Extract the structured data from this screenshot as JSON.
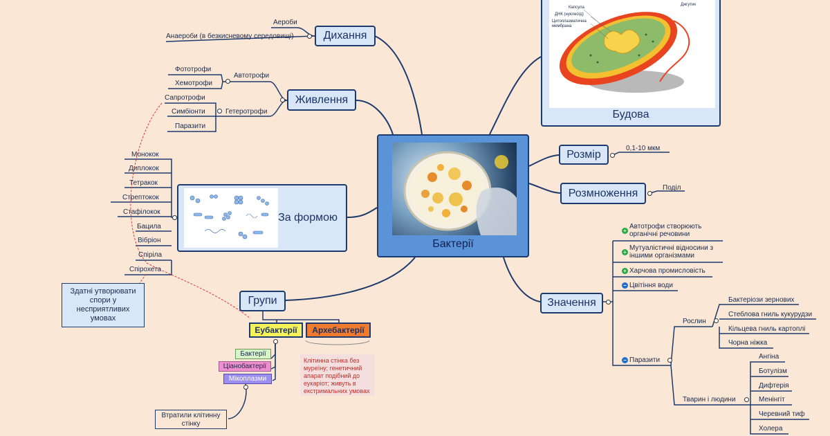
{
  "central": {
    "label": "Бактерії"
  },
  "branches": {
    "respiration": {
      "label": "Дихання",
      "children": [
        "Аероби",
        "Анаероби (в безкисневому середовищі)"
      ]
    },
    "nutrition": {
      "label": "Живлення",
      "autotrophs": {
        "label": "Автотрофи",
        "children": [
          "Фототрофи",
          "Хемотрофи"
        ]
      },
      "heterotrophs": {
        "label": "Гетеротрофи",
        "children": [
          "Сапротрофи",
          "Симбіонти",
          "Паразити"
        ]
      }
    },
    "shape": {
      "label": "За формою",
      "children": [
        "Монокок",
        "Диплокок",
        "Тетракок",
        "Стрептокок",
        "Стафілокок",
        "Бацила",
        "Вібріон",
        "Спіріла",
        "Спірохета"
      ]
    },
    "groups": {
      "label": "Групи",
      "eubacteria": {
        "label": "Еубактерії",
        "children": [
          "Бактерії",
          "Ціанобактерії",
          "Мікоплазми"
        ]
      },
      "archaebacteria": {
        "label": "Архебактерії",
        "note": [
          "Клітинна стінка без",
          "муреїну; генетичний",
          "апарат подібний до",
          "еукаріот; живуть в",
          "екстримальних умовах"
        ]
      },
      "mycoplasma_note": [
        "Втратили клітинну",
        "стінку"
      ]
    },
    "spore_note": [
      "Здатні утворювати",
      "спори у",
      "несприятливих",
      "умовах"
    ],
    "structure": {
      "label": "Будова",
      "diagram_labels": [
        "Капсула",
        "ДНК (нуклеоїд)",
        "Цитоплазматична",
        "мембрана",
        "Джгутик"
      ]
    },
    "size": {
      "label": "Розмір",
      "value": "0,1-10 мкм"
    },
    "reproduction": {
      "label": "Розмноження",
      "value": "Поділ"
    },
    "significance": {
      "label": "Значення",
      "items": [
        {
          "sign": "+",
          "lines": [
            "Автотрофи створюють",
            "органічні речовини"
          ]
        },
        {
          "sign": "+",
          "lines": [
            "Мутуалістичні відносини з",
            "іншими організмами"
          ]
        },
        {
          "sign": "+",
          "lines": [
            "Харчова промисловість"
          ]
        },
        {
          "sign": "-",
          "lines": [
            "Цвітіння води"
          ]
        }
      ],
      "parasites": {
        "sign": "-",
        "label": "Паразити",
        "plants": {
          "label": "Рослин",
          "children": [
            "Бактеріози зернових",
            "Стеблова гниль кукурудзи",
            "Кільцева гниль картоплі",
            "Чорна ніжка"
          ]
        },
        "animals": {
          "label": "Тварин і людини",
          "children": [
            "Ангіна",
            "Ботулізм",
            "Дифтерія",
            "Менінгіт",
            "Черевний тиф",
            "Холера"
          ]
        }
      }
    }
  },
  "colors": {
    "background": "#fbe7d6",
    "node_fill": "#d9e6f7",
    "central_fill": "#5b93d9",
    "line": "#1d3a6e",
    "eubacteria_fill": "#f6f25a",
    "archaebacteria_fill": "#f07a2e",
    "bacteria_fill": "#d8f5c9",
    "cyanobacteria_fill": "#f08fd0",
    "mycoplasma_fill": "#9a8ff0",
    "archae_note_fill": "#f5dede",
    "archae_note_text": "#c0302a",
    "spore_link": "#d93b3b"
  }
}
